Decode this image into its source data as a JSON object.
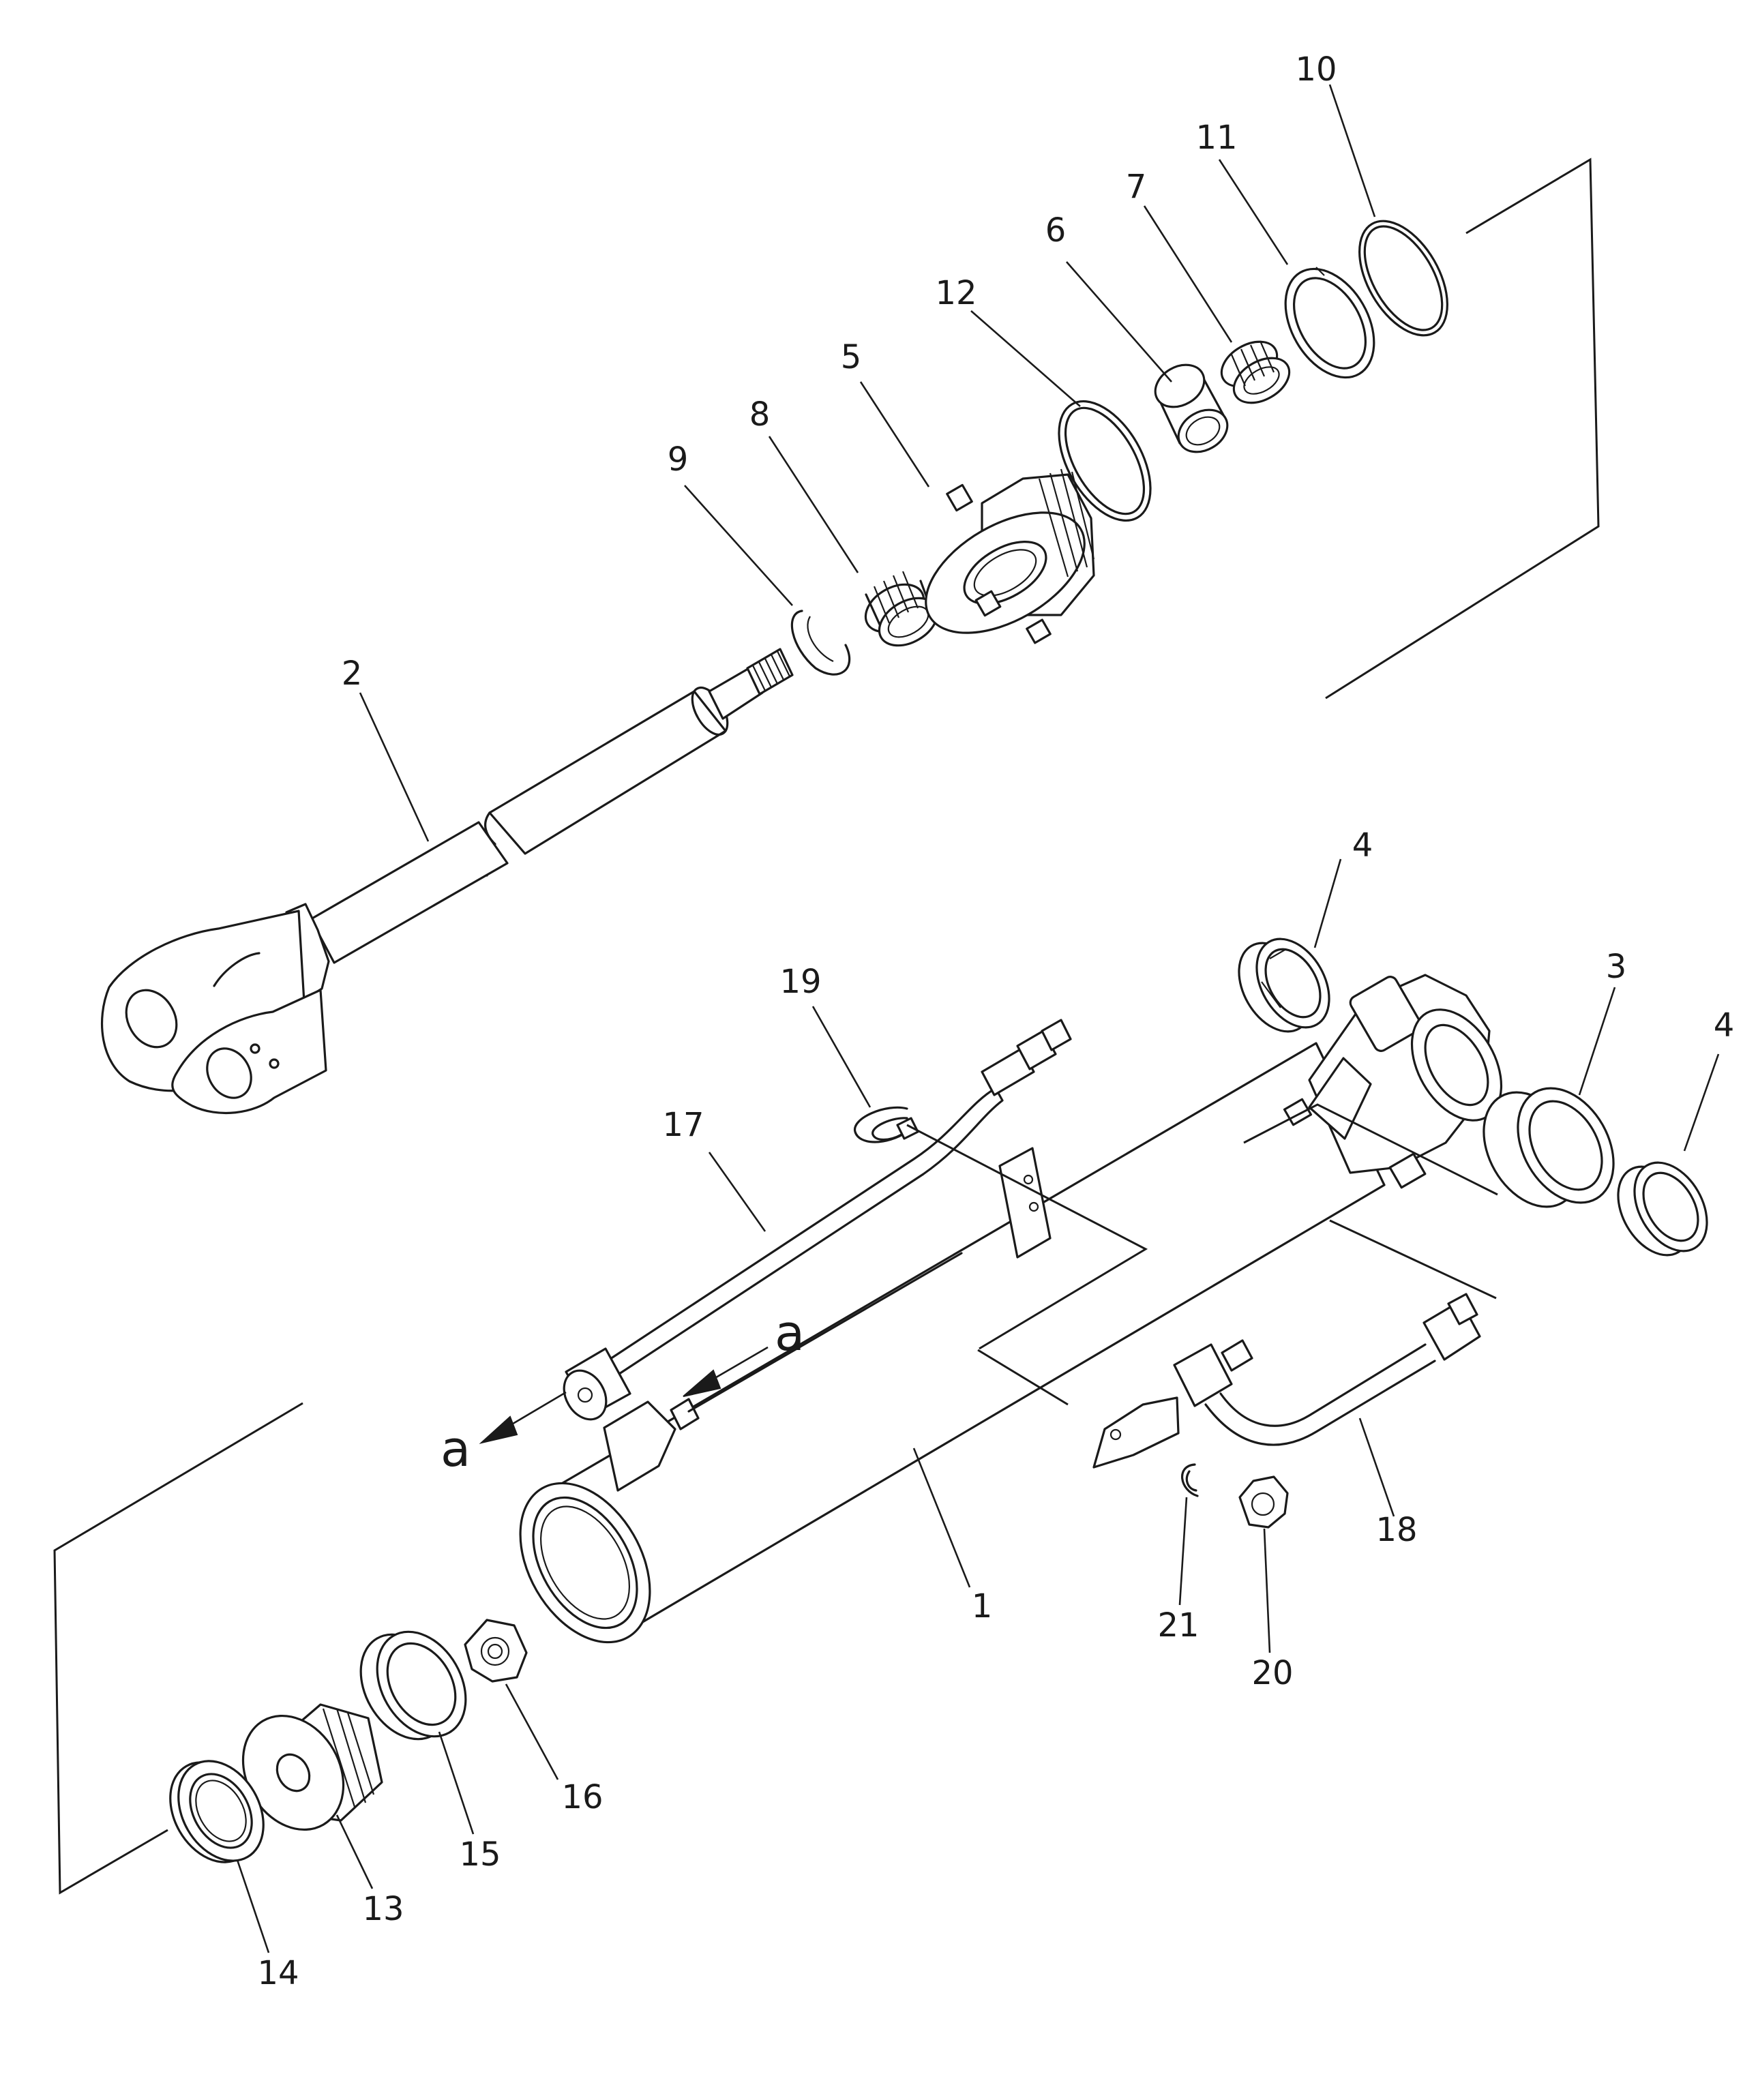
{
  "figure": {
    "type": "exploded-parts-diagram",
    "subject": "hydraulic cylinder assembly",
    "line_color": "#1a1a1a",
    "background": "#ffffff"
  },
  "callouts": {
    "c1": "1",
    "c2": "2",
    "c3": "3",
    "c4a": "4",
    "c4b": "4",
    "c5": "5",
    "c6": "6",
    "c7": "7",
    "c8": "8",
    "c9": "9",
    "c10": "10",
    "c11": "11",
    "c12": "12",
    "c13": "13",
    "c14": "14",
    "c15": "15",
    "c16": "16",
    "c17": "17",
    "c18": "18",
    "c19": "19",
    "c20": "20",
    "c21": "21"
  },
  "view_markers": {
    "left": "a",
    "right": "a"
  }
}
